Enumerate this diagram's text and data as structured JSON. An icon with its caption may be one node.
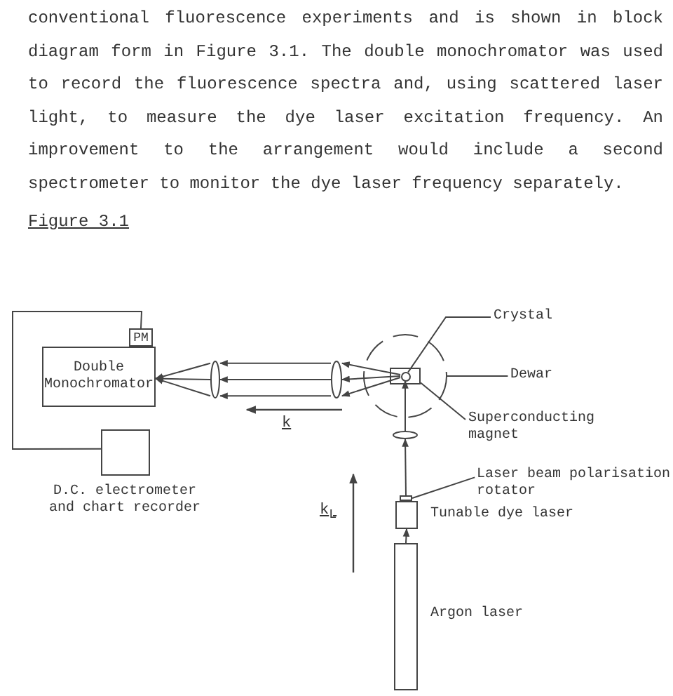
{
  "diagram": {
    "title": "Figure 3.1",
    "nodes": [
      {
        "text": [
          "PM"
        ]
      },
      {
        "text": [
          "Double Monochromator"
        ]
      },
      {
        "text": [
          "D.C. electrometer and chart recorder"
        ]
      },
      {
        "text": [],
        "shape": "ellipse"
      },
      {
        "text": [],
        "shape": "ellipse"
      },
      {
        "text": [
          "Crystal"
        ]
      },
      {
        "text": [],
        "shape": "circle"
      },
      {
        "text": [],
        "shape": "box",
        "in": 6
      },
      {
        "text": [],
        "shape": "circle",
        "in": 7
      },
      {
        "text": [
          "Dewar"
        ]
      },
      {
        "text": [
          "Superconducting magnet"
        ]
      },
      {
        "text": [],
        "shape": "ellipse"
      },
      {
        "text": [
          "Laser beam polarisation rotator"
        ]
      },
      {
        "text": [],
        "shape": "box"
      },
      {
        "text": [
          "Tunable dye laser"
        ]
      },
      {
        "text": [
          "Argon laser"
        ]
      }
    ],
    "edges": [
      {
        "from": 0,
        "to": 2,
        "arrow": "none"
      },
      {
        "from": 3,
        "to": 1,
        "arrow": "to"
      },
      {
        "from": 3,
        "to": 1,
        "arrow": "to"
      },
      {
        "from": 3,
        "to": 1,
        "arrow": "to"
      },
      {
        "from": 4,
        "to": 3,
        "arrow": "to"
      },
      {
        "from": 4,
        "to": 3,
        "arrow": "to"
      },
      {
        "from": 4,
        "to": 3,
        "arrow": "to"
      },
      {
        "from": 8,
        "to": 4,
        "arrow": "to"
      },
      {
        "from": 8,
        "to": 4,
        "arrow": "to"
      },
      {
        "from": 8,
        "to": 4,
        "arrow": "to"
      },
      {
        "from": 13,
        "to": 11,
        "arrow": "to"
      },
      {
        "from": 11,
        "to": 8,
        "arrow": "to"
      },
      {
        "from": 15,
        "to": 14,
        "arrow": "to"
      },
      {
        "from": 5,
        "to": 8,
        "arrow": "none"
      },
      {
        "from": 9,
        "to": 6,
        "arrow": "none"
      },
      {
        "from": 10,
        "to": 7,
        "arrow": "none"
      },
      {
        "from": 12,
        "to": 13,
        "arrow": "none"
      }
    ],
    "labels": [
      "conventional fluorescence experiments and is shown in block diagram form in Figure 3.1. The double monochromator was used to record the fluorescence spectra and, using scattered laser light, to measure the dye laser excitation frequency. An improvement to the arrangement would include a second spectrometer to monitor the dye laser frequency separately.",
      "k",
      "k$_{L}$"
    ]
  }
}
